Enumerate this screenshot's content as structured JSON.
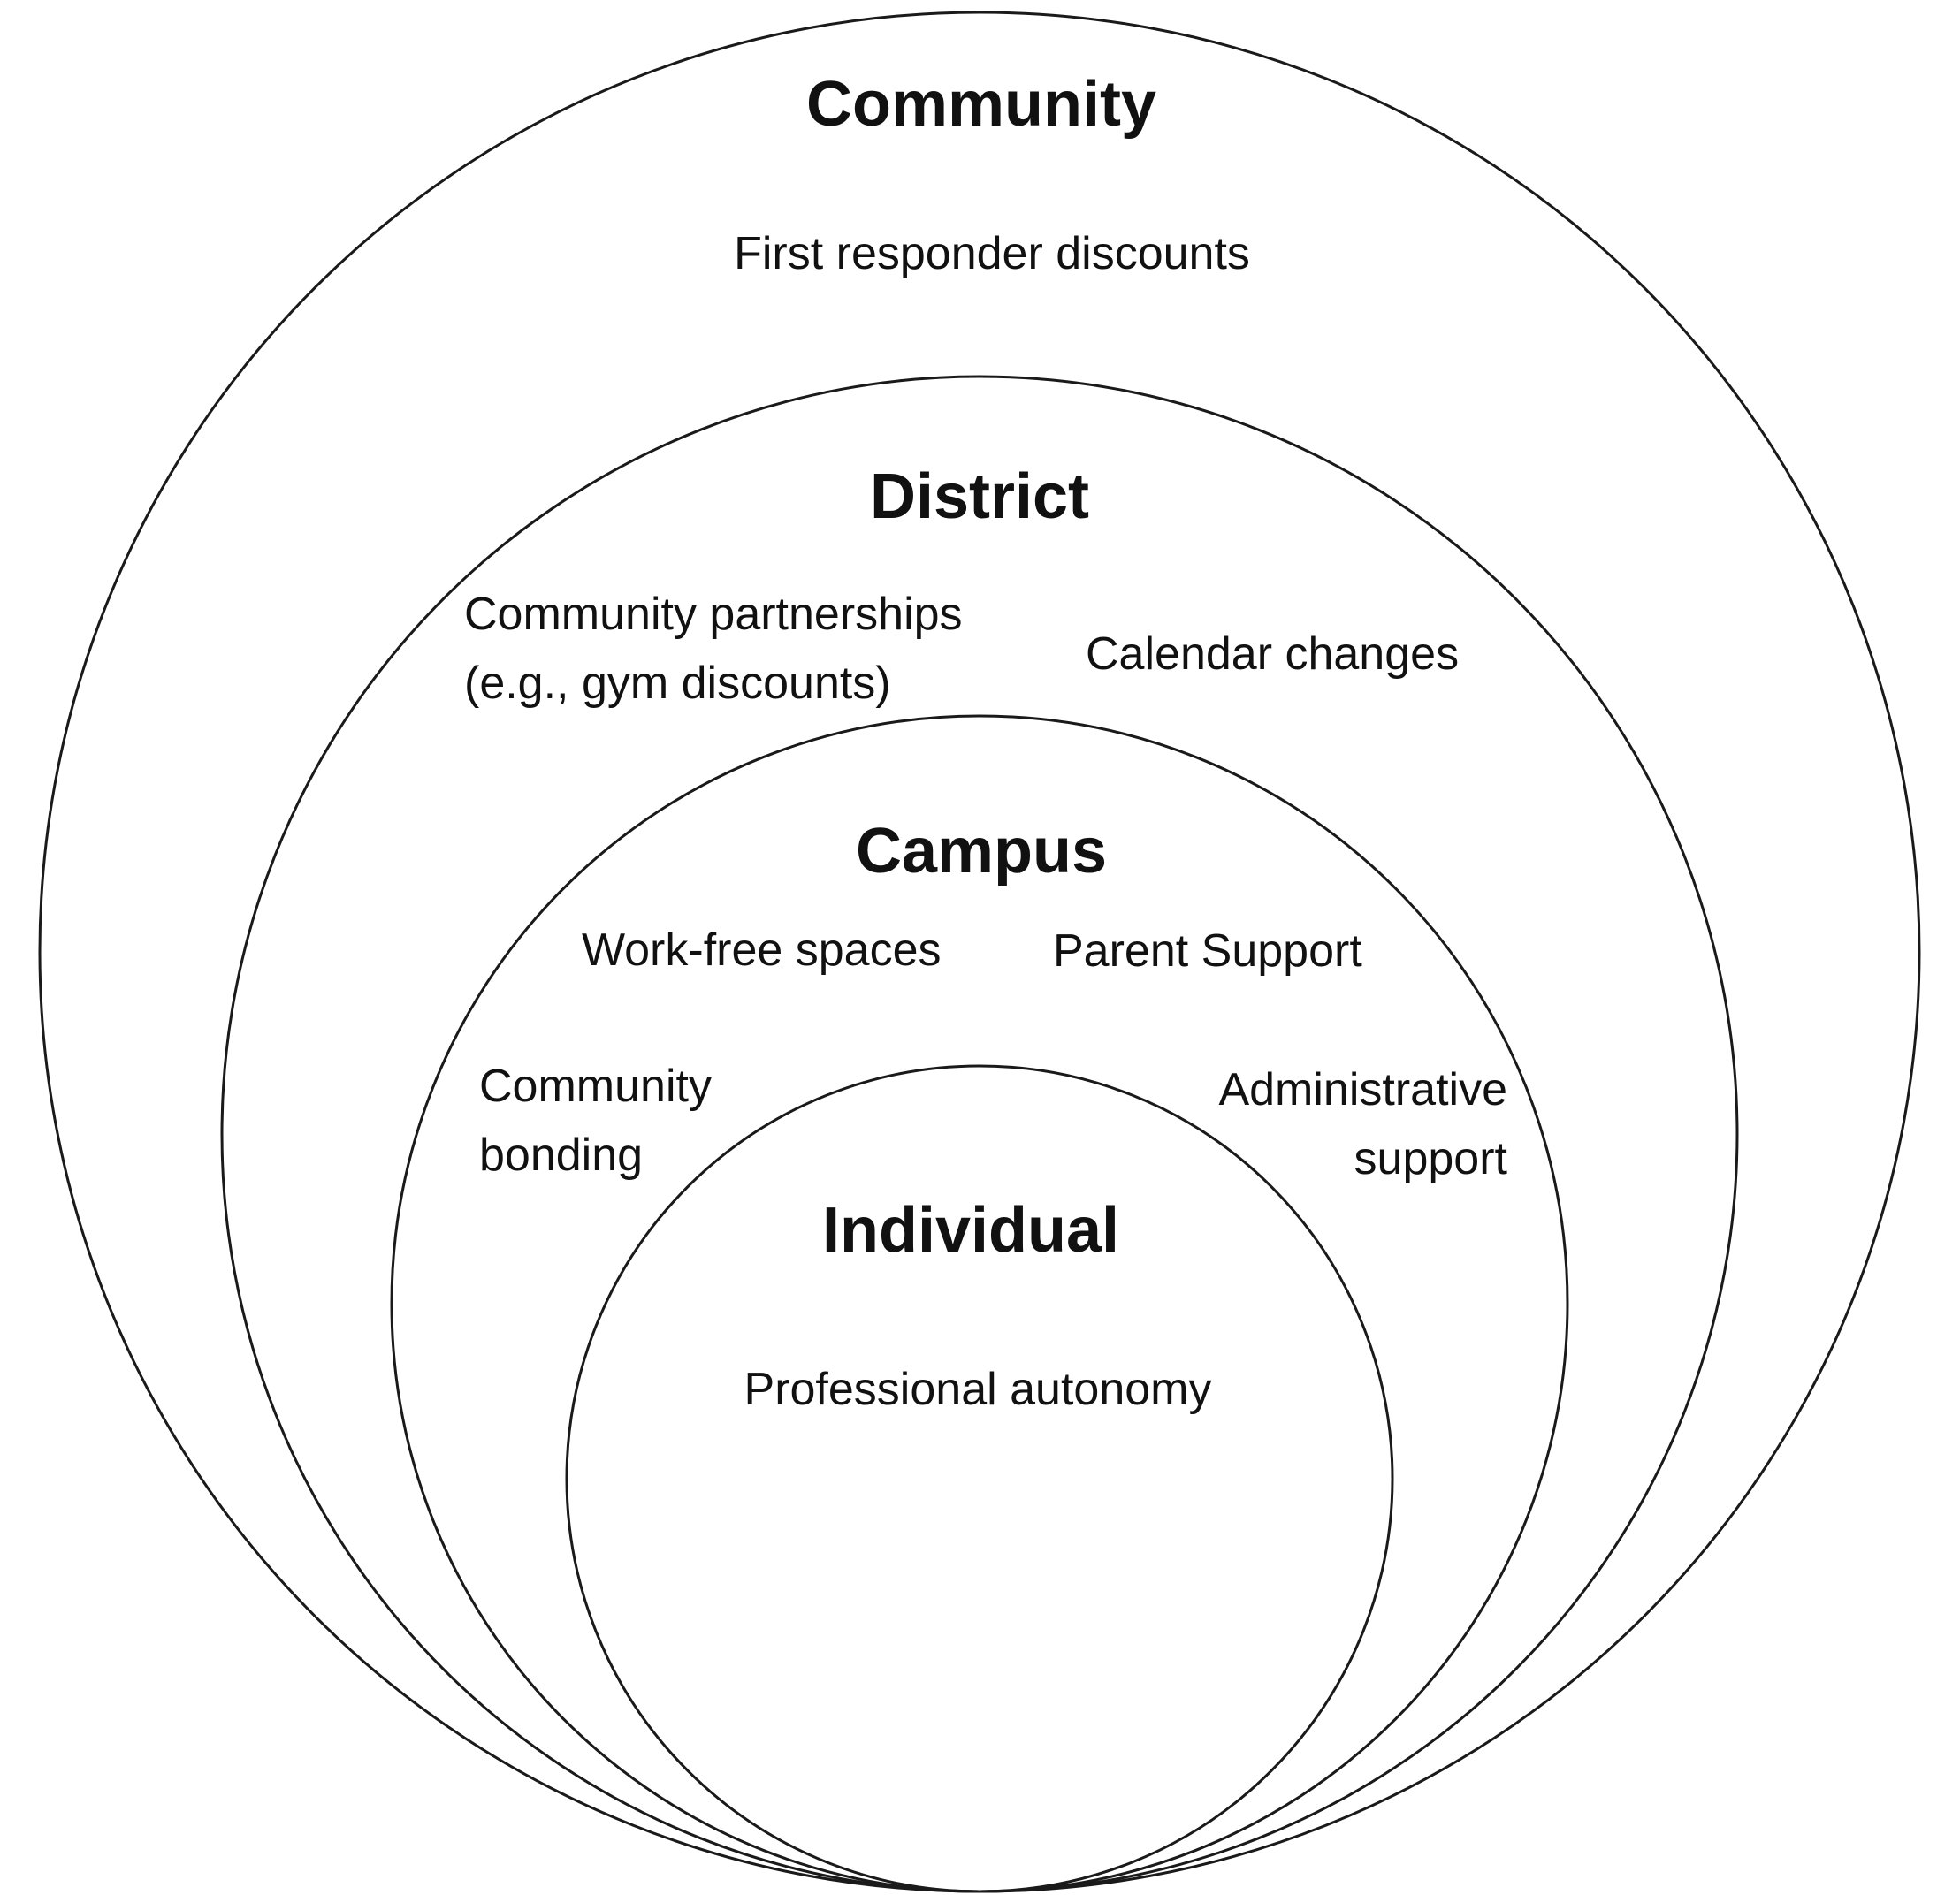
{
  "levels": {
    "community": {
      "title": "Community",
      "items": {
        "first_responder": "First responder discounts"
      }
    },
    "district": {
      "title": "District",
      "items": {
        "partnerships_line1": "Community partnerships",
        "partnerships_line2": "(e.g., gym discounts)",
        "calendar": "Calendar changes"
      }
    },
    "campus": {
      "title": "Campus",
      "items": {
        "work_free": "Work-free spaces",
        "parent_support": "Parent Support",
        "bonding_line1": "Community",
        "bonding_line2": "bonding",
        "admin_line1": "Administrative",
        "admin_line2": "support"
      }
    },
    "individual": {
      "title": "Individual",
      "items": {
        "autonomy": "Professional autonomy"
      }
    }
  },
  "colors": {
    "stroke": "#1a1a1a",
    "text": "#111111",
    "background": "#ffffff"
  }
}
